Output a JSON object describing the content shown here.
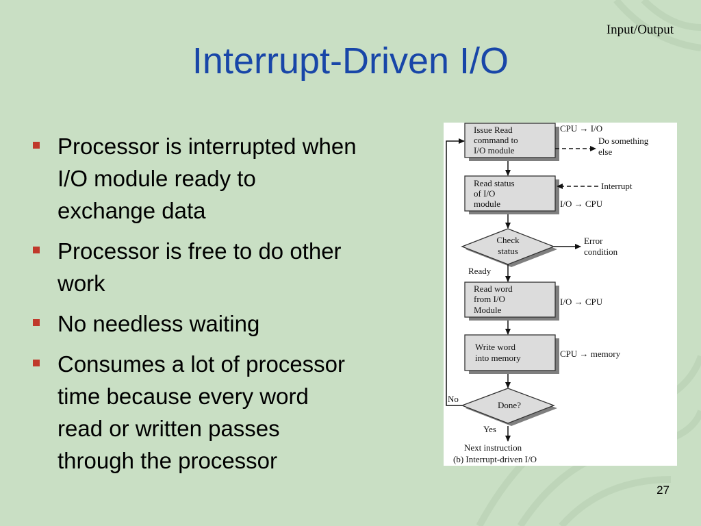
{
  "header": {
    "section_label": "Input/Output"
  },
  "slide": {
    "title": "Interrupt-Driven I/O",
    "bullets": [
      {
        "lines": [
          "Processor is interrupted when",
          "I/O module ready to",
          "exchange data"
        ]
      },
      {
        "lines": [
          "Processor is free to do other",
          "work"
        ]
      },
      {
        "lines": [
          "No needless waiting"
        ]
      },
      {
        "lines": [
          "Consumes a lot of processor",
          "time because every word",
          "read or written passes",
          "through the processor"
        ]
      }
    ],
    "page_number": "27"
  },
  "diagram": {
    "nodes": {
      "issue_read": [
        "Issue Read",
        "command to",
        "I/O module"
      ],
      "read_status": [
        "Read status",
        "of I/O",
        "module"
      ],
      "check_status": [
        "Check",
        "status"
      ],
      "read_word": [
        "Read word",
        "from I/O",
        "Module"
      ],
      "write_word": [
        "Write word",
        "into memory"
      ],
      "done": [
        "Done?"
      ]
    },
    "side_labels": {
      "cpu_to_io": "CPU → I/O",
      "do_something_else": [
        "Do something",
        "else"
      ],
      "interrupt": "Interrupt",
      "io_to_cpu_1": "I/O → CPU",
      "error_condition": [
        "Error",
        "condition"
      ],
      "io_to_cpu_2": "I/O → CPU",
      "cpu_to_memory": "CPU → memory"
    },
    "edge_labels": {
      "ready": "Ready",
      "no": "No",
      "yes": "Yes"
    },
    "next_instruction": "Next instruction",
    "caption": "(b) Interrupt-driven I/O"
  }
}
